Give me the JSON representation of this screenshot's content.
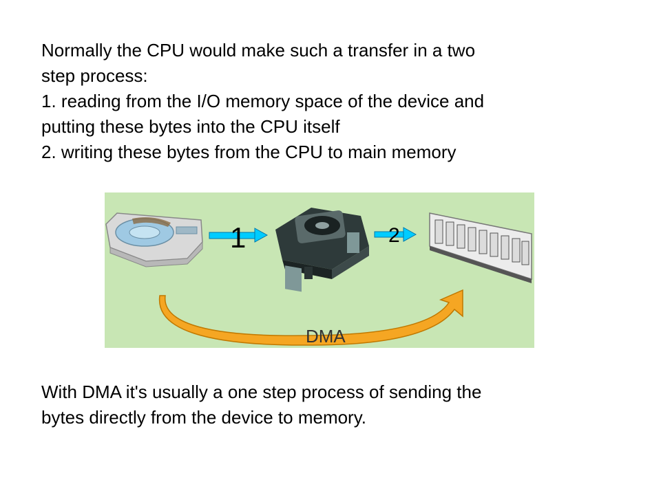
{
  "intro": {
    "line1": "Normally the CPU would make such a transfer in a two",
    "line2": "step process:",
    "line3": "1.  reading from the I/O memory space of the device and",
    "line4": "putting these bytes into the CPU itself",
    "line5": "2.  writing these bytes from the CPU to main memory"
  },
  "figure": {
    "step1_label": "1",
    "step2_label": "2",
    "dma_label": "DMA",
    "background_color": "#C8E6B4",
    "arrow_color": "#00CCFF",
    "dma_arrow_color": "#F5A623",
    "icons": [
      "hard-drive-icon",
      "cpu-icon",
      "memory-module-icon"
    ]
  },
  "outro": {
    "line1": "With DMA it's usually a one step process of sending the",
    "line2": "bytes directly from the device to memory."
  }
}
